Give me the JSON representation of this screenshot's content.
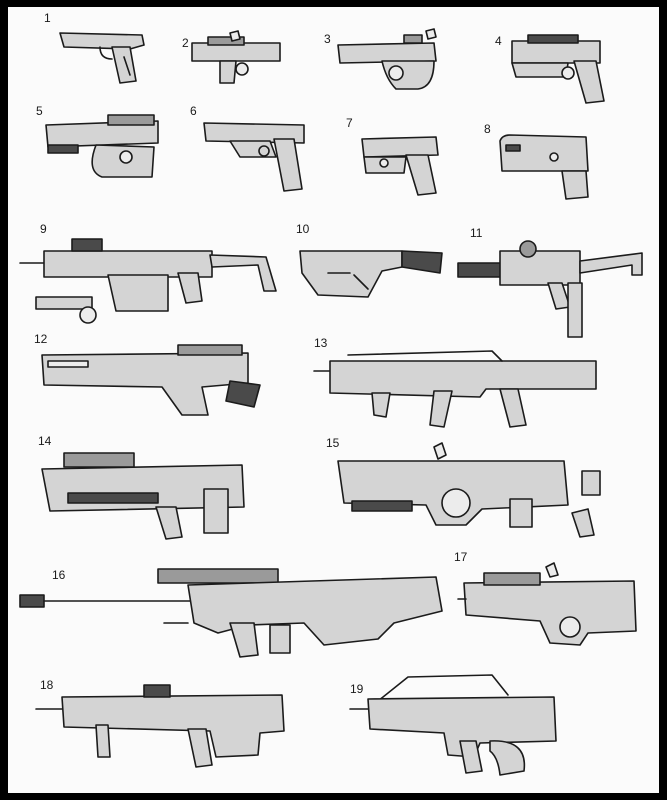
{
  "sheet": {
    "items": [
      {
        "number": "1",
        "icon": "pistol-sketch"
      },
      {
        "number": "2",
        "icon": "pistol-sketch"
      },
      {
        "number": "3",
        "icon": "pistol-sketch"
      },
      {
        "number": "4",
        "icon": "pistol-sketch"
      },
      {
        "number": "5",
        "icon": "pistol-sketch"
      },
      {
        "number": "6",
        "icon": "pistol-sketch"
      },
      {
        "number": "7",
        "icon": "pistol-sketch"
      },
      {
        "number": "8",
        "icon": "pistol-sketch"
      },
      {
        "number": "9",
        "icon": "submachine-gun-sketch"
      },
      {
        "number": "10",
        "icon": "submachine-gun-sketch"
      },
      {
        "number": "11",
        "icon": "submachine-gun-sketch"
      },
      {
        "number": "12",
        "icon": "shotgun-sketch"
      },
      {
        "number": "13",
        "icon": "assault-rifle-sketch"
      },
      {
        "number": "14",
        "icon": "rifle-sketch"
      },
      {
        "number": "15",
        "icon": "bullpup-rifle-sketch"
      },
      {
        "number": "16",
        "icon": "sniper-rifle-sketch"
      },
      {
        "number": "17",
        "icon": "bullpup-rifle-sketch"
      },
      {
        "number": "18",
        "icon": "rifle-sketch"
      },
      {
        "number": "19",
        "icon": "bullpup-rifle-sketch"
      }
    ],
    "colors": {
      "frame": "#000000",
      "paper": "#fbfbfb",
      "ink": "#1b1b1b",
      "shade": "#d4d4d4"
    }
  }
}
